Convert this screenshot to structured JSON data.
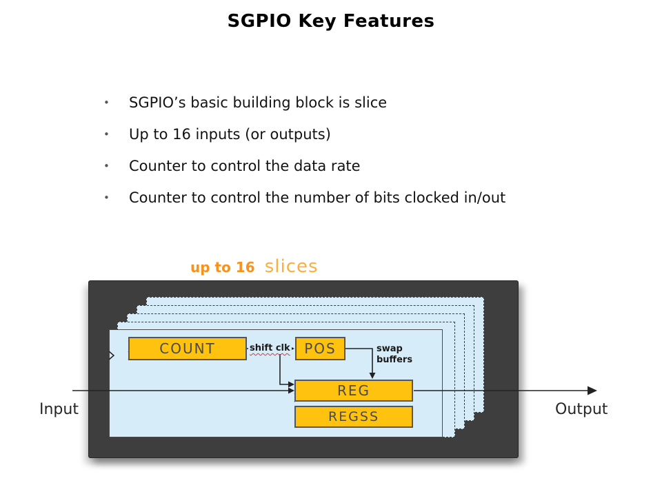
{
  "title": "SGPIO Key Features",
  "bullet_glyph": "•",
  "bullets": [
    "SGPIO’s basic building block is slice",
    "Up to 16 inputs (or outputs)",
    "Counter to control the data rate",
    "Counter to control the number of bits clocked in/out"
  ],
  "diagram": {
    "caption": {
      "bold": "up to 16",
      "light": "slices"
    },
    "io": {
      "input": "Input",
      "output": "Output"
    },
    "blocks": {
      "count": "COUNT",
      "pos": "POS",
      "reg": "REG",
      "regss": "REGSS"
    },
    "labels": {
      "shift_clk": "shift clk",
      "swap_buffers": "swap buffers"
    },
    "colors": {
      "block_fill": "#ffc20e",
      "slice_fill": "#d7ecf9",
      "chip_fill": "#3e3e3e",
      "caption_orange": "#f6921e"
    }
  }
}
